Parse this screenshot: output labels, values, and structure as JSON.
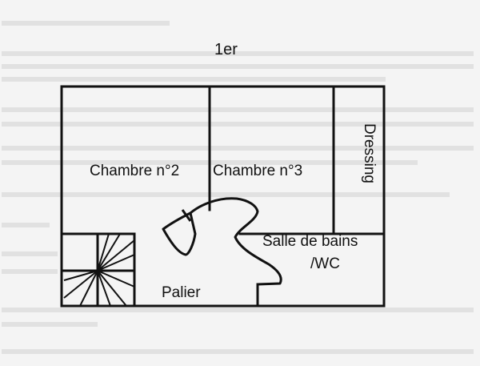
{
  "plan": {
    "title": "1er",
    "rooms": {
      "chambre2": "Chambre n°2",
      "chambre3": "Chambre n°3",
      "dressing": "Dressing",
      "salle_de_bains_line1": "Salle de bains",
      "salle_de_bains_line2": "/WC",
      "palier": "Palier"
    }
  },
  "colors": {
    "wall": "#111111",
    "background": "#f4f4f4",
    "text_noise": "#c8c8c8"
  }
}
